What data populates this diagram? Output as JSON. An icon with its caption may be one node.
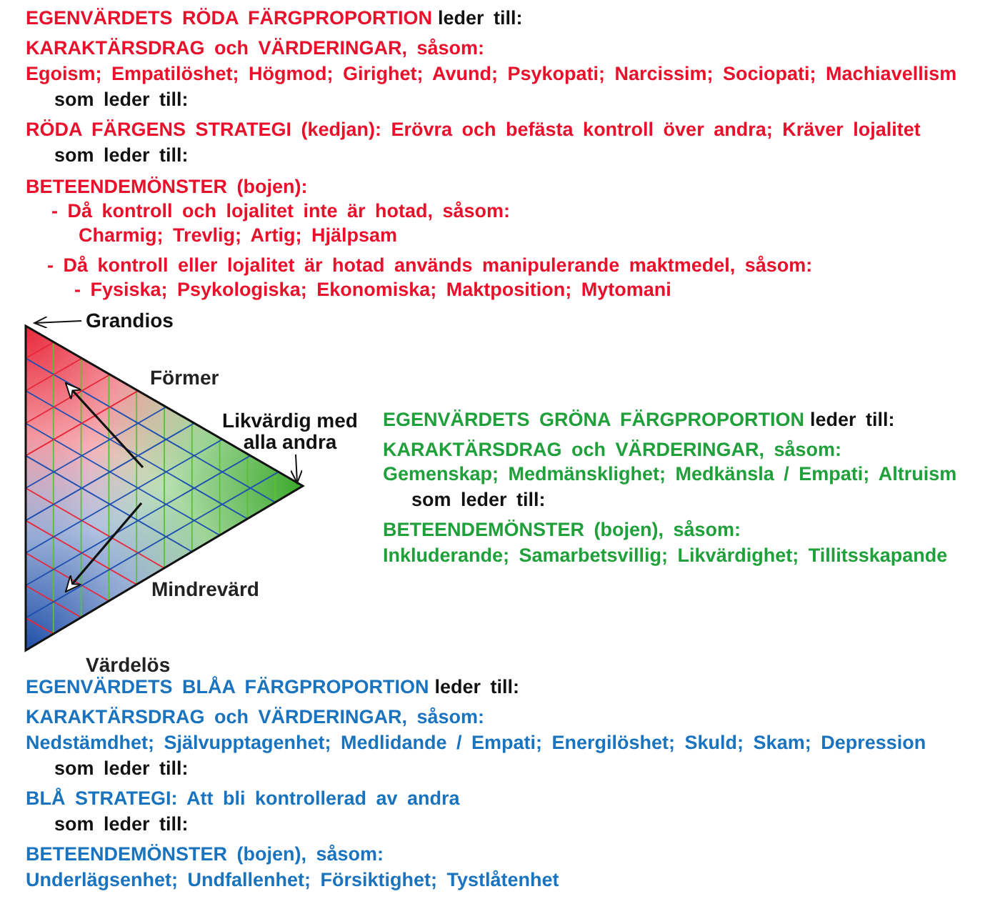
{
  "diagram": {
    "nodes": [
      {
        "text": [
          "Grandios"
        ]
      },
      {
        "text": [
          "Likvärdig med alla andra"
        ]
      },
      {
        "text": [],
        "shape": "picture"
      }
    ],
    "edges": [
      {
        "from": 0,
        "to": 2,
        "arrow": "to"
      },
      {
        "from": 1,
        "to": 2,
        "arrow": "to"
      }
    ],
    "labels": [
      "EGENVÄRDETS RÖDA FÄRGPROPORTION",
      "leder till:",
      "KARAKTÄRSDRAG och VÄRDERINGAR, såsom:",
      "Egoism; Empatilöshet; Högmod; Girighet; Avund; Psykopati; Narcissim; Sociopati; Machiavellism",
      "som leder till:",
      "RÖDA FÄRGENS STRATEGI (kedjan): Erövra och befästa kontroll över andra; Kräver lojalitet",
      "som leder till:",
      "BETEENDEMÖNSTER (bojen):",
      "- Då kontroll och lojalitet inte är hotad, såsom:",
      "Charmig; Trevlig; Artig; Hjälpsam",
      "- Då kontroll eller lojalitet är hotad används manipulerande maktmedel, såsom:",
      "- Fysiska; Psykologiska; Ekonomiska; Maktposition; Mytomani",
      "Förmer",
      "EGENVÄRDETS GRÖNA FÄRGPROPORTION",
      "leder till:",
      "KARAKTÄRSDRAG och VÄRDERINGAR, såsom:",
      "Gemenskap; Medmänsklighet; Medkänsla / Empati; Altruism",
      "som leder till:",
      "BETEENDEMÖNSTER (bojen), såsom:",
      "Inkluderande; Samarbetsvillig; Likvärdighet; Tillitsskapande",
      "Mindrevärd",
      "Värdelös",
      "EGENVÄRDETS BLÅA FÄRGPROPORTION",
      "leder till:",
      "KARAKTÄRSDRAG och VÄRDERINGAR, såsom:",
      "Nedstämdhet; Självupptagenhet; Medlidande / Empati; Energilöshet; Skuld; Skam; Depression",
      "som leder till:",
      "BLÅ STRATEGI: Att bli kontrollerad av andra",
      "som leder till:",
      "BETEENDEMÖNSTER (bojen), såsom:",
      "Underlägsenhet; Undfallenhet; Försiktighet; Tystlåtenhet"
    ]
  }
}
